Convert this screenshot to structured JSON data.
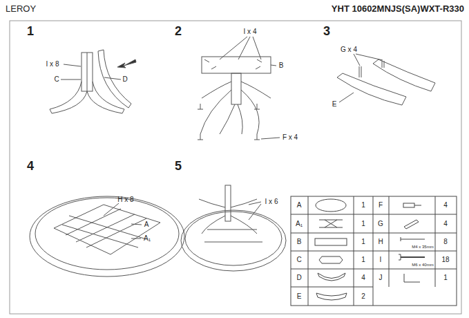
{
  "diagram": {
    "labels": [
      "LEROY",
      "YHT 10602MNJS(SA)WXT-R330",
      "1",
      "I x 8",
      "C",
      "D",
      "2",
      "I x 4",
      "B",
      "F x 4",
      "3",
      "G x 4",
      "E",
      "4",
      "H x 8",
      "A",
      "A₁",
      "5",
      "I x 6",
      "A",
      "1",
      "F",
      "4",
      "A₁",
      "1",
      "G",
      "4",
      "B",
      "1",
      "H",
      "M4 x 35mm",
      "8",
      "C",
      "1",
      "I",
      "M6 x 40mm",
      "18",
      "D",
      "4",
      "J",
      "1",
      "E",
      "2"
    ]
  }
}
